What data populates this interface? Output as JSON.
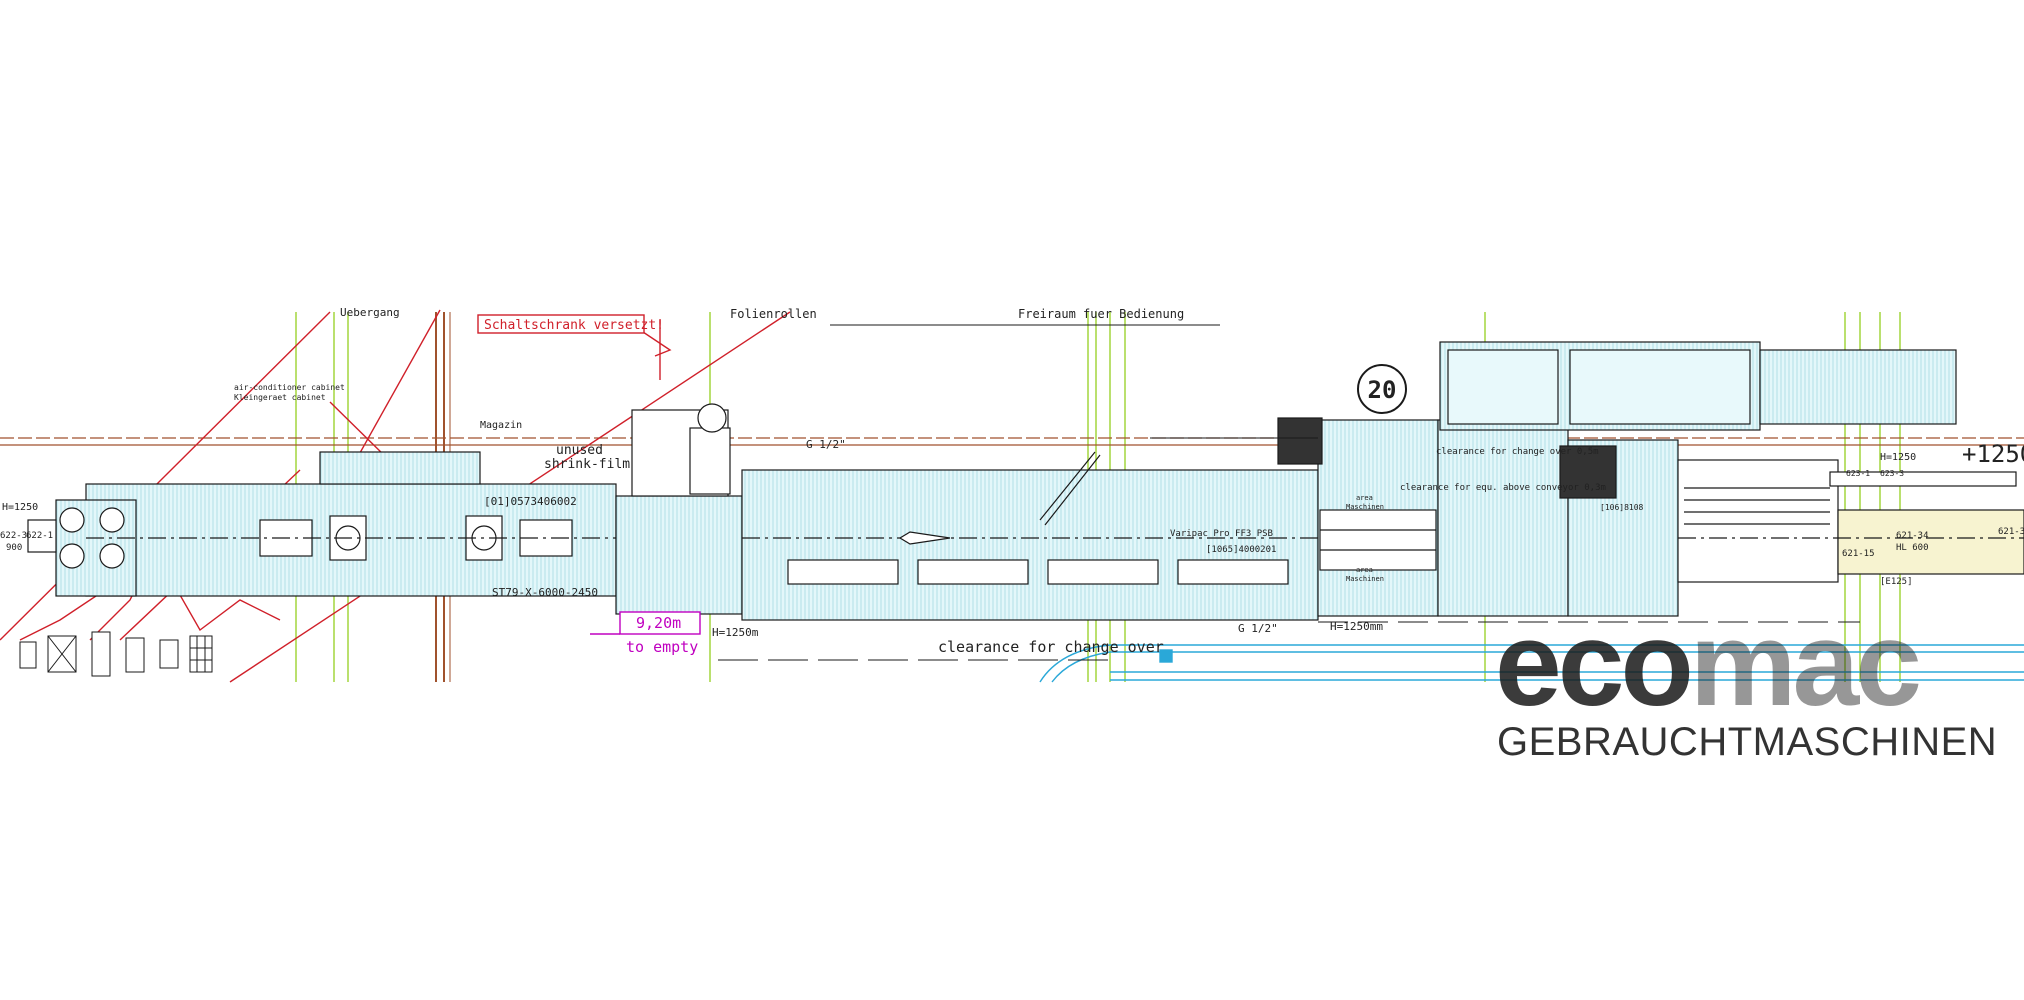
{
  "drawing": {
    "labels": {
      "schaltschrank": "Schaltschrank versetzt!",
      "magazin": "Magazin",
      "unused_shrink_line1": "unused",
      "unused_shrink_line2": "shrink-film",
      "id_top": "[01]0573406002",
      "st_code": "ST79-X-6000-2450",
      "distance": "9,20m",
      "to_empty": "to empty",
      "height_a": "H=1250m",
      "height_b": "H=1250mm",
      "height_c": "H=1250",
      "height_left": "H=1250",
      "elevation": "+1250",
      "g_half_a": "G 1/2\"",
      "g_half_b": "G 1/2\"",
      "station_number": "20",
      "clearance_top": "clearance for change over 0,5m",
      "clearance_mid": "clearance for equ. above conveyor 0,3m",
      "clearance_bottom": "clearance for change over",
      "varipac": "Varipac Pro FF3 PSB",
      "varipac_id": "[1065]4000201",
      "machine_id": "[106]8108",
      "area_a": "area",
      "area_a2": "Maschinen",
      "area_b": "area",
      "area_b2": "Maschinen",
      "air_label_1": "air-conditioner cabinet",
      "air_label_2": "Kleingeraet cabinet",
      "left_code_1": "622-3",
      "left_code_2": "622-1",
      "left_code_3": "900",
      "right_code_1": "623-1",
      "right_code_2": "623-3",
      "right_code_3": "621-34",
      "right_code_4": "621-15",
      "right_code_5": "HL 600",
      "right_code_6": "621-3",
      "right_code_7": "[E125]",
      "top_text_1": "Folienrollen",
      "top_text_2": "Freiraum fuer Bedienung",
      "top_left_text": "Uebergang"
    }
  },
  "logo": {
    "part1": "eco",
    "part2": "mac",
    "tagline": "GEBRAUCHTMASCHINEN"
  },
  "colors": {
    "background": "#ffffff",
    "machine_fill": "#d8f3f7",
    "line": "#1a1a1a",
    "red_markup": "#d0202a",
    "brown_line": "#a0522d",
    "green_grid": "#9acd32",
    "magenta_note": "#c000c0",
    "blue_pipe": "#2aa8d8"
  }
}
